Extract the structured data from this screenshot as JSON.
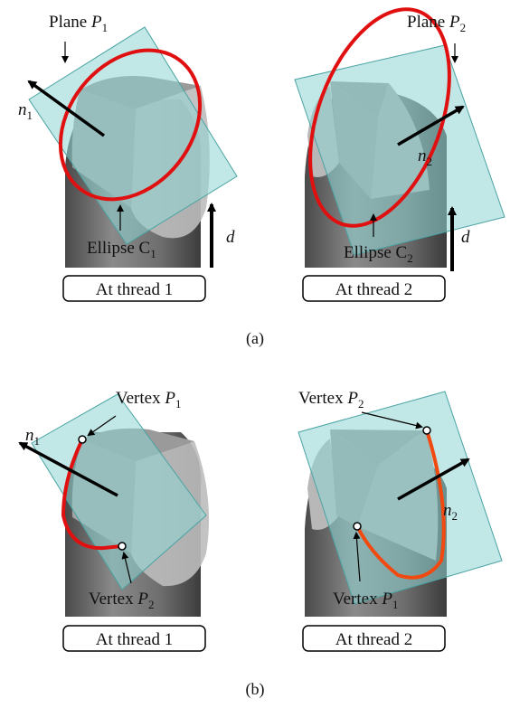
{
  "panel_a": {
    "caption": "(a)",
    "left": {
      "plane_label": "Plane",
      "plane_var": "P",
      "plane_sub": "1",
      "normal_var": "n",
      "normal_sub": "1",
      "ellipse_label": "Ellipse C",
      "ellipse_sub": "1",
      "direction_var": "d",
      "thread_label": "At thread 1"
    },
    "right": {
      "plane_label": "Plane",
      "plane_var": "P",
      "plane_sub": "2",
      "normal_var": "n",
      "normal_sub": "2",
      "ellipse_label": "Ellipse C",
      "ellipse_sub": "2",
      "direction_var": "d",
      "thread_label": "At thread 2"
    }
  },
  "panel_b": {
    "caption": "(b)",
    "left": {
      "vertex_top_label": "Vertex",
      "vertex_top_var": "P",
      "vertex_top_sub": "1",
      "vertex_bottom_label": "Vertex",
      "vertex_bottom_var": "P",
      "vertex_bottom_sub": "2",
      "normal_var": "n",
      "normal_sub": "1",
      "thread_label": "At thread 1"
    },
    "right": {
      "vertex_top_label": "Vertex",
      "vertex_top_var": "P",
      "vertex_top_sub": "2",
      "vertex_bottom_label": "Vertex",
      "vertex_bottom_var": "P",
      "vertex_bottom_sub": "1",
      "normal_var": "n",
      "normal_sub": "2",
      "thread_label": "At thread 2"
    }
  },
  "colors": {
    "plane_fill": "#8fd4d4",
    "plane_stroke": "#4aa3a3",
    "ellipse": "#e01010",
    "curve_b_right": "#f04a10",
    "arrow": "#000000",
    "label_box_stroke": "#000000"
  }
}
